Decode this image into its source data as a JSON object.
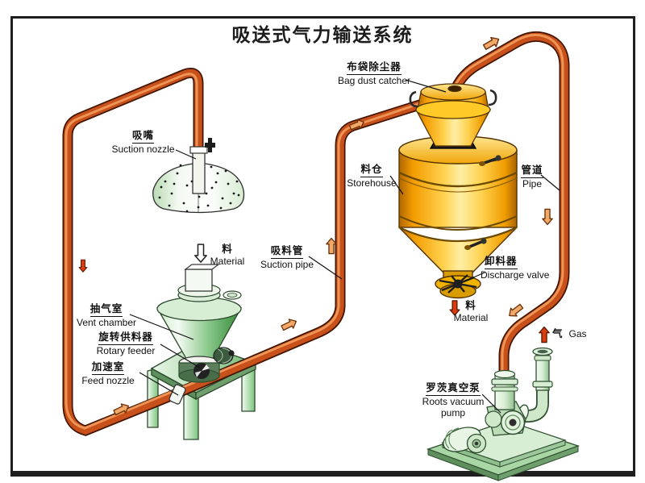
{
  "title": "吸送式气力输送系统",
  "labels": {
    "suction_nozzle": {
      "zh": "吸嘴",
      "en": "Suction nozzle"
    },
    "bag_dust_catcher": {
      "zh": "布袋除尘器",
      "en": "Bag dust catcher"
    },
    "storehouse": {
      "zh": "料仓",
      "en": "Storehouse"
    },
    "pipe": {
      "zh": "管道",
      "en": "Pipe"
    },
    "material_in": {
      "zh": "料",
      "en": "Material"
    },
    "suction_pipe": {
      "zh": "吸料管",
      "en": "Suction pipe"
    },
    "vent_chamber": {
      "zh": "抽气室",
      "en": "Vent chamber"
    },
    "rotary_feeder": {
      "zh": "旋转供料器",
      "en": "Rotary feeder"
    },
    "feed_nozzle": {
      "zh": "加速室",
      "en": "Feed nozzle"
    },
    "discharge_valve": {
      "zh": "卸料器",
      "en": "Discharge valve"
    },
    "material_out": {
      "zh": "料",
      "en": "Material"
    },
    "gas": {
      "zh": "气",
      "en": "Gas"
    },
    "roots_vacuum_pump": {
      "zh": "罗茨真空泵",
      "en_line1": "Roots vacuum",
      "en_line2": "pump"
    }
  },
  "colors": {
    "pipe_orange": "#c8501a",
    "pipe_highlight": "#ee9455",
    "equipment_green": "#7cc47d",
    "silo_yellow": "#ffd24f",
    "arrow_solid_red": "#d83c10",
    "arrow_hollow_orange": "#f2a968",
    "outline_dark": "#1f1f1f"
  }
}
